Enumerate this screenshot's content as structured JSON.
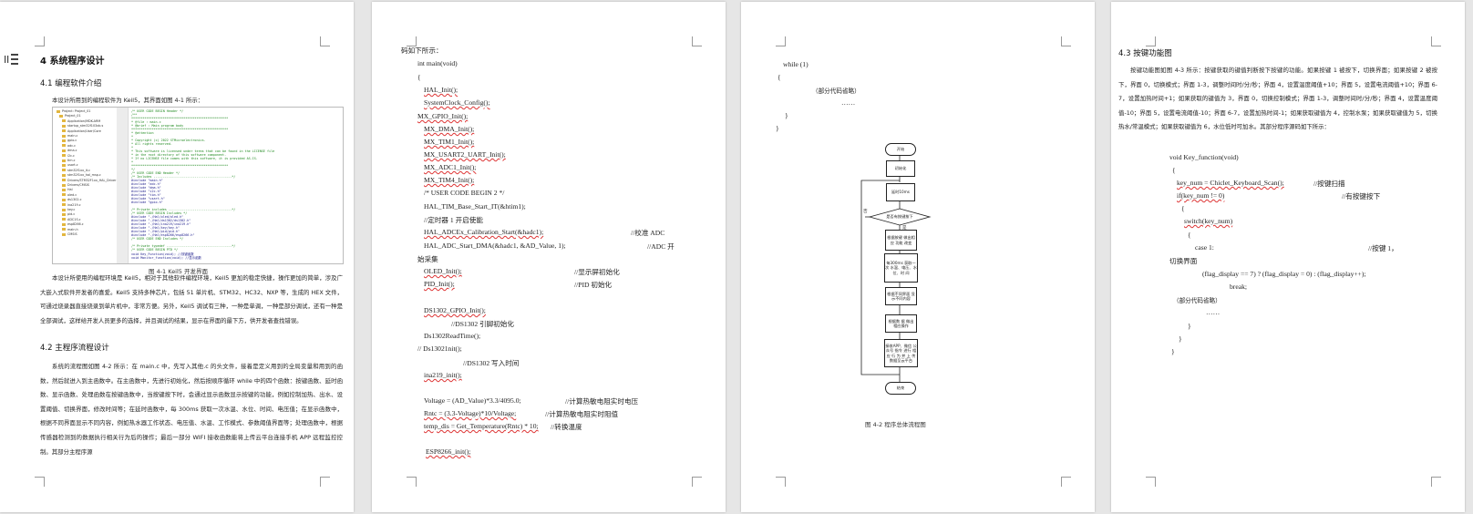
{
  "page1": {
    "section_title": "4 系统程序设计",
    "sub1": "4.1 编程软件介绍",
    "intro": "本设计所用到的编程软件为 Keil5，其界面如图 4-1 所示：",
    "ide_tree": [
      "Project: Project_01",
      "Project_01",
      "Application/MDK-ARM",
      "startup_stm32f103xb.s",
      "Application/User/Core",
      "main.c",
      "gpio.c",
      "adc.c",
      "dma.c",
      "i2c.c",
      "tim.c",
      "usart.c",
      "stm32f1xx_it.c",
      "stm32f1xx_hal_msp.c",
      "Drivers/STM32F1xx_HAL_Driver",
      "Drivers/CMSIS",
      "Hal",
      "oled.c",
      "ds1302.c",
      "ina219.c",
      "key.c",
      "pid.c",
      "ADC1S.c",
      "esp8266.c",
      "main.h",
      "CMSIS"
    ],
    "ide_code": [
      "/* USER CODE BEGIN Header */",
      "/**",
      "  ****************************************************",
      "  * @file           : main.c",
      "  * @brief          : Main program body",
      "  ****************************************************",
      "  * @attention",
      "  *",
      "  * Copyright (c) 2022 STMicroelectronics.",
      "  * All rights reserved.",
      "  *",
      "  * This software is licensed under terms that can be found in the LICENSE file",
      "  * in the root directory of this software component.",
      "  * If no LICENSE file comes with this software, it is provided AS-IS.",
      "  *",
      "  ****************************************************",
      "  */",
      "/* USER CODE END Header */",
      "/* Includes ------------------------------------------*/",
      "#include \"main.h\"",
      "#include \"adc.h\"",
      "#include \"dma.h\"",
      "#include \"i2c.h\"",
      "#include \"tim.h\"",
      "#include \"usart.h\"",
      "#include \"gpio.h\"",
      "",
      "/* Private includes ----------------------------------*/",
      "/* USER CODE BEGIN Includes */",
      "#include \"./Hal/oled/oled.h\"",
      "#include \"./Hal/ds1302/ds1302.h\"",
      "#include \"./Hal/ina219/ina219.h\"",
      "#include \"./Hal/key/key.h\"",
      "#include \"./Hal/pid/pid.h\"",
      "#include \"./Hal/esp8266/esp8266.h\"",
      "/* USER CODE END Includes */",
      "",
      "/* Private typedef -----------------------------------*/",
      "/* USER CODE BEGIN PTD */",
      "void Key_Function(void);   //按键函数",
      "void Monitor_function(void);   //显示函数"
    ],
    "fig_caption": "图 4-1  Keil5 开发界面",
    "para1": "本设计所使用的编程环境是 Keil5，相对于其他软件编程环境，Keil5 更加的稳定快捷，操作更加的简单，涉及广大嵌入式软件开发者的喜爱。Keil5 支持多种芯片，包括 51 单片机、STM32、HC32、NXP 等，生成的 HEX 文件，可通过烧录器直接烧录到单片机中，非常方便。另外，Keil5 调试有三种，一种是单调，一种是部分调试，还有一种是全部调试，这样给开发人员更多的选择，并且调试的结果，显示在界面的最下方，供开发者查找错误。",
    "sub2": "4.2 主程序流程设计",
    "para2": "系统的流程图如图 4-2 所示：在 main.c 中，先写入其他.c 的头文件，接着是定义用到的全局变量和用到的函数，然后就进入到主函数中。在主函数中，先进行初始化，然后按顺序循环 while 中的四个函数：按键函数、延时函数、显示函数、处理函数在按键函数中，当按键按下时，会通过显示函数显示按键的功能，例如控制加热、出水、设置阈值、切换界面，修改时间等；在延时函数中，每 300ms 获取一次水温、水位、时间、电压值；在显示函数中，根据不同界面显示不同内容，例如热水器工作状态、电压值、水温、工作模式、参数阈值界面等；处理函数中，根据传感器检测到的数据执行相关行为后的操作；最后一部分 WIFI 接收函数能将上传云平台连接手机 APP 远程监控控制。其部分主程序源"
  },
  "page2": {
    "lines": [
      "码如下所示：",
      "int main(void)",
      "{",
      "HAL_Init();",
      "SystemClock_Config();",
      "MX_GPIO_Init();",
      "MX_DMA_Init();",
      "MX_TIM1_Init();",
      "MX_USART2_UART_Init();",
      "MX_ADC1_Init();",
      "MX_TIM4_Init();",
      "/* USER CODE BEGIN 2 */",
      "HAL_TIM_Base_Start_IT(&htim1);",
      "//定时器 1 开启使能",
      "HAL_ADCEx_Calibration_Start(&hadc1);",
      "//校准 ADC",
      "HAL_ADC_Start_DMA(&hadc1, &AD_Value, 1);",
      "//ADC 开",
      "始采集",
      "OLED_Init();",
      "//显示屏初始化",
      "PID_Init();",
      "//PID 初始化",
      "DS1302_GPIO_Init();",
      "//DS1302 引脚初始化",
      "Ds1302ReadTime();",
      "//   Ds13021nit();",
      "//DS1302 写入时间",
      "ina219_init();",
      "Voltage = (AD_Value)*3.3/4095.0;",
      "//计算热敏电阻实时电压",
      "Rntc = (3.3-Voltage)*10/Voltage;",
      "//计算热敏电阻实时阻值",
      "temp_dis = Get_Temperature(Rntc) * 10;",
      "//转换温度",
      "ESP8266_init();"
    ]
  },
  "page3": {
    "lines": [
      "while (1)",
      "{",
      "（部分代码省略）",
      "……",
      "}",
      "}"
    ],
    "flow": {
      "start": "开始",
      "init": "初始化",
      "delay": "延时10ms",
      "decision": "是否有按键按下",
      "no": "否",
      "yes": "是",
      "key": "根据按键 做出相应 功能  改变",
      "delay300": "每300ms 获取一次 水温、电压、水位、时 间",
      "display": "根据不同界面 显示不同内容",
      "process": "根据数 据 做出 相应操作",
      "wifi": "接收APP、微信 公众号 指令 进行 相应 行 为 并 上 传数据至云平台",
      "end": "结束"
    },
    "caption": "图 4-2    程序总体流程图"
  },
  "page4": {
    "sub": "4.3  按键功能图",
    "para": "按键功能图如图 4-3 所示：按键获取的键值判断按下按键的功能。如果按键 1 被按下，切换界面；如果按键 2 被按下，界面 0，切换模式；界面 1-3，调整时间时/分/秒；界面 4，设置温度阈值+10；界面 5，设置电流阈值+10；界面 6-7，设置加热时间+1；如果获取的键值为 3，界面 0，切换控制模式；界面 1-3，调整时间时/分/秒；界面 4，设置温度阈值-10；界面 5，设置电流阈值-10；界面 6-7，设置加热时间-1；如果获取键值为 4，控制水泵；如果获取键值为 5，切换热水/常温模式；如果获取键值为 6，水位低时可加水。其部分程序源码如下所示：",
    "lines": [
      "void Key_function(void)",
      "{",
      "key_num = Chiclet_Keyboard_Scan();",
      "//按键扫描",
      "if(key_num != 0)",
      "//有按键按下",
      "{",
      "switch(key_num)",
      "{",
      "case 1:",
      "//按键 1，",
      "切换界面",
      "(flag_display == 7) ? (flag_display = 0) : (flag_display++);",
      "break;",
      "（部分代码省略）",
      "……",
      "}",
      "}",
      "}"
    ]
  }
}
